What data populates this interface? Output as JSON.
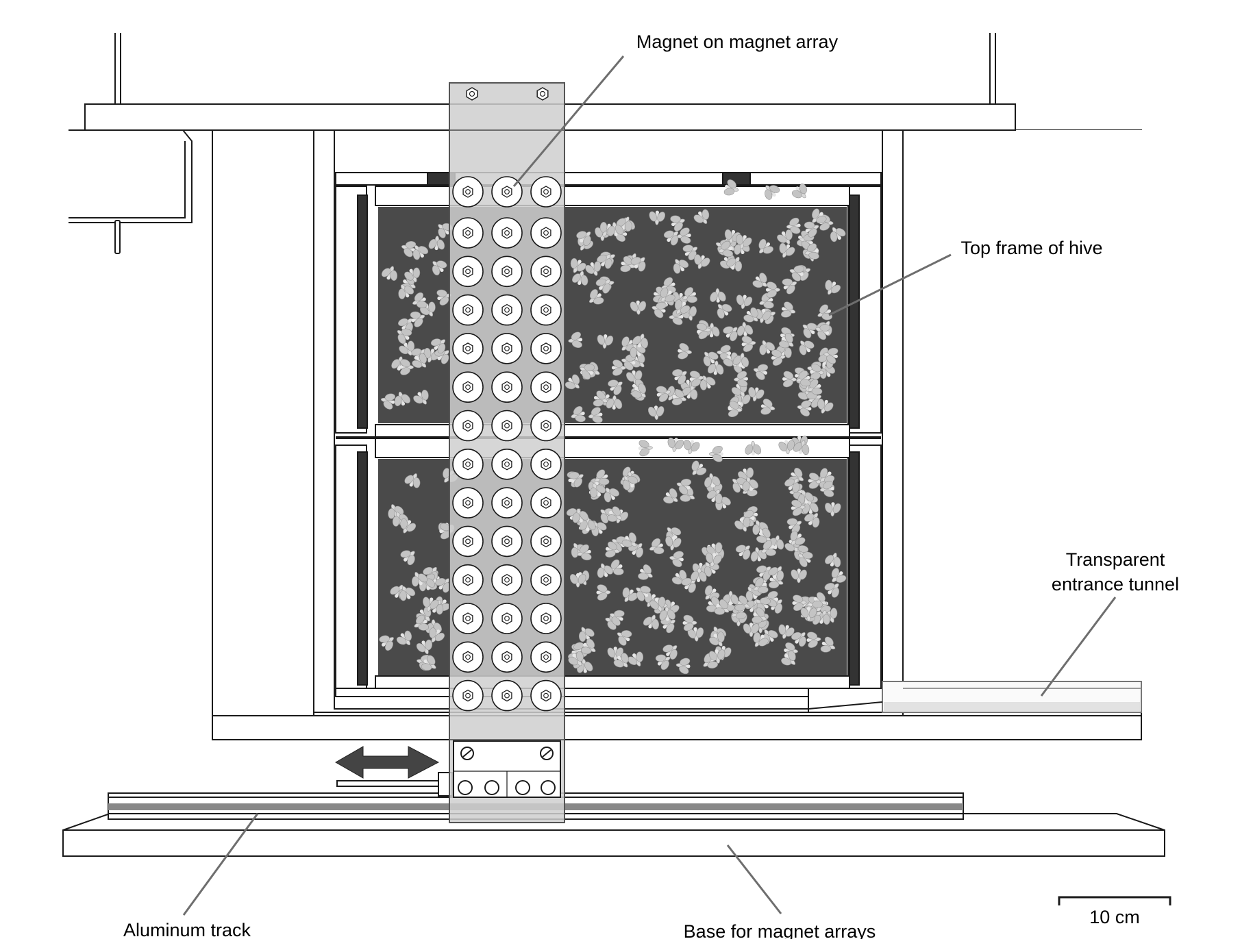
{
  "labels": {
    "magnet": "Magnet on magnet array",
    "top_frame": "Top frame of hive",
    "tunnel_line1": "Transparent",
    "tunnel_line2": "entrance tunnel",
    "track": "Aluminum track",
    "base": "Base for magnet arrays",
    "scale": "10 cm"
  },
  "colors": {
    "comb": "#4a4a4a",
    "strip": "#bfbfbf",
    "arrow": "#444444",
    "leader": "#6e6e6e",
    "outline": "#1a1a1a"
  },
  "icons": {
    "magnet": "magnet-disc-icon",
    "bee": "bee-icon",
    "arrow": "double-arrow-icon"
  },
  "magnet_array": {
    "columns": 3,
    "rows": 14
  }
}
